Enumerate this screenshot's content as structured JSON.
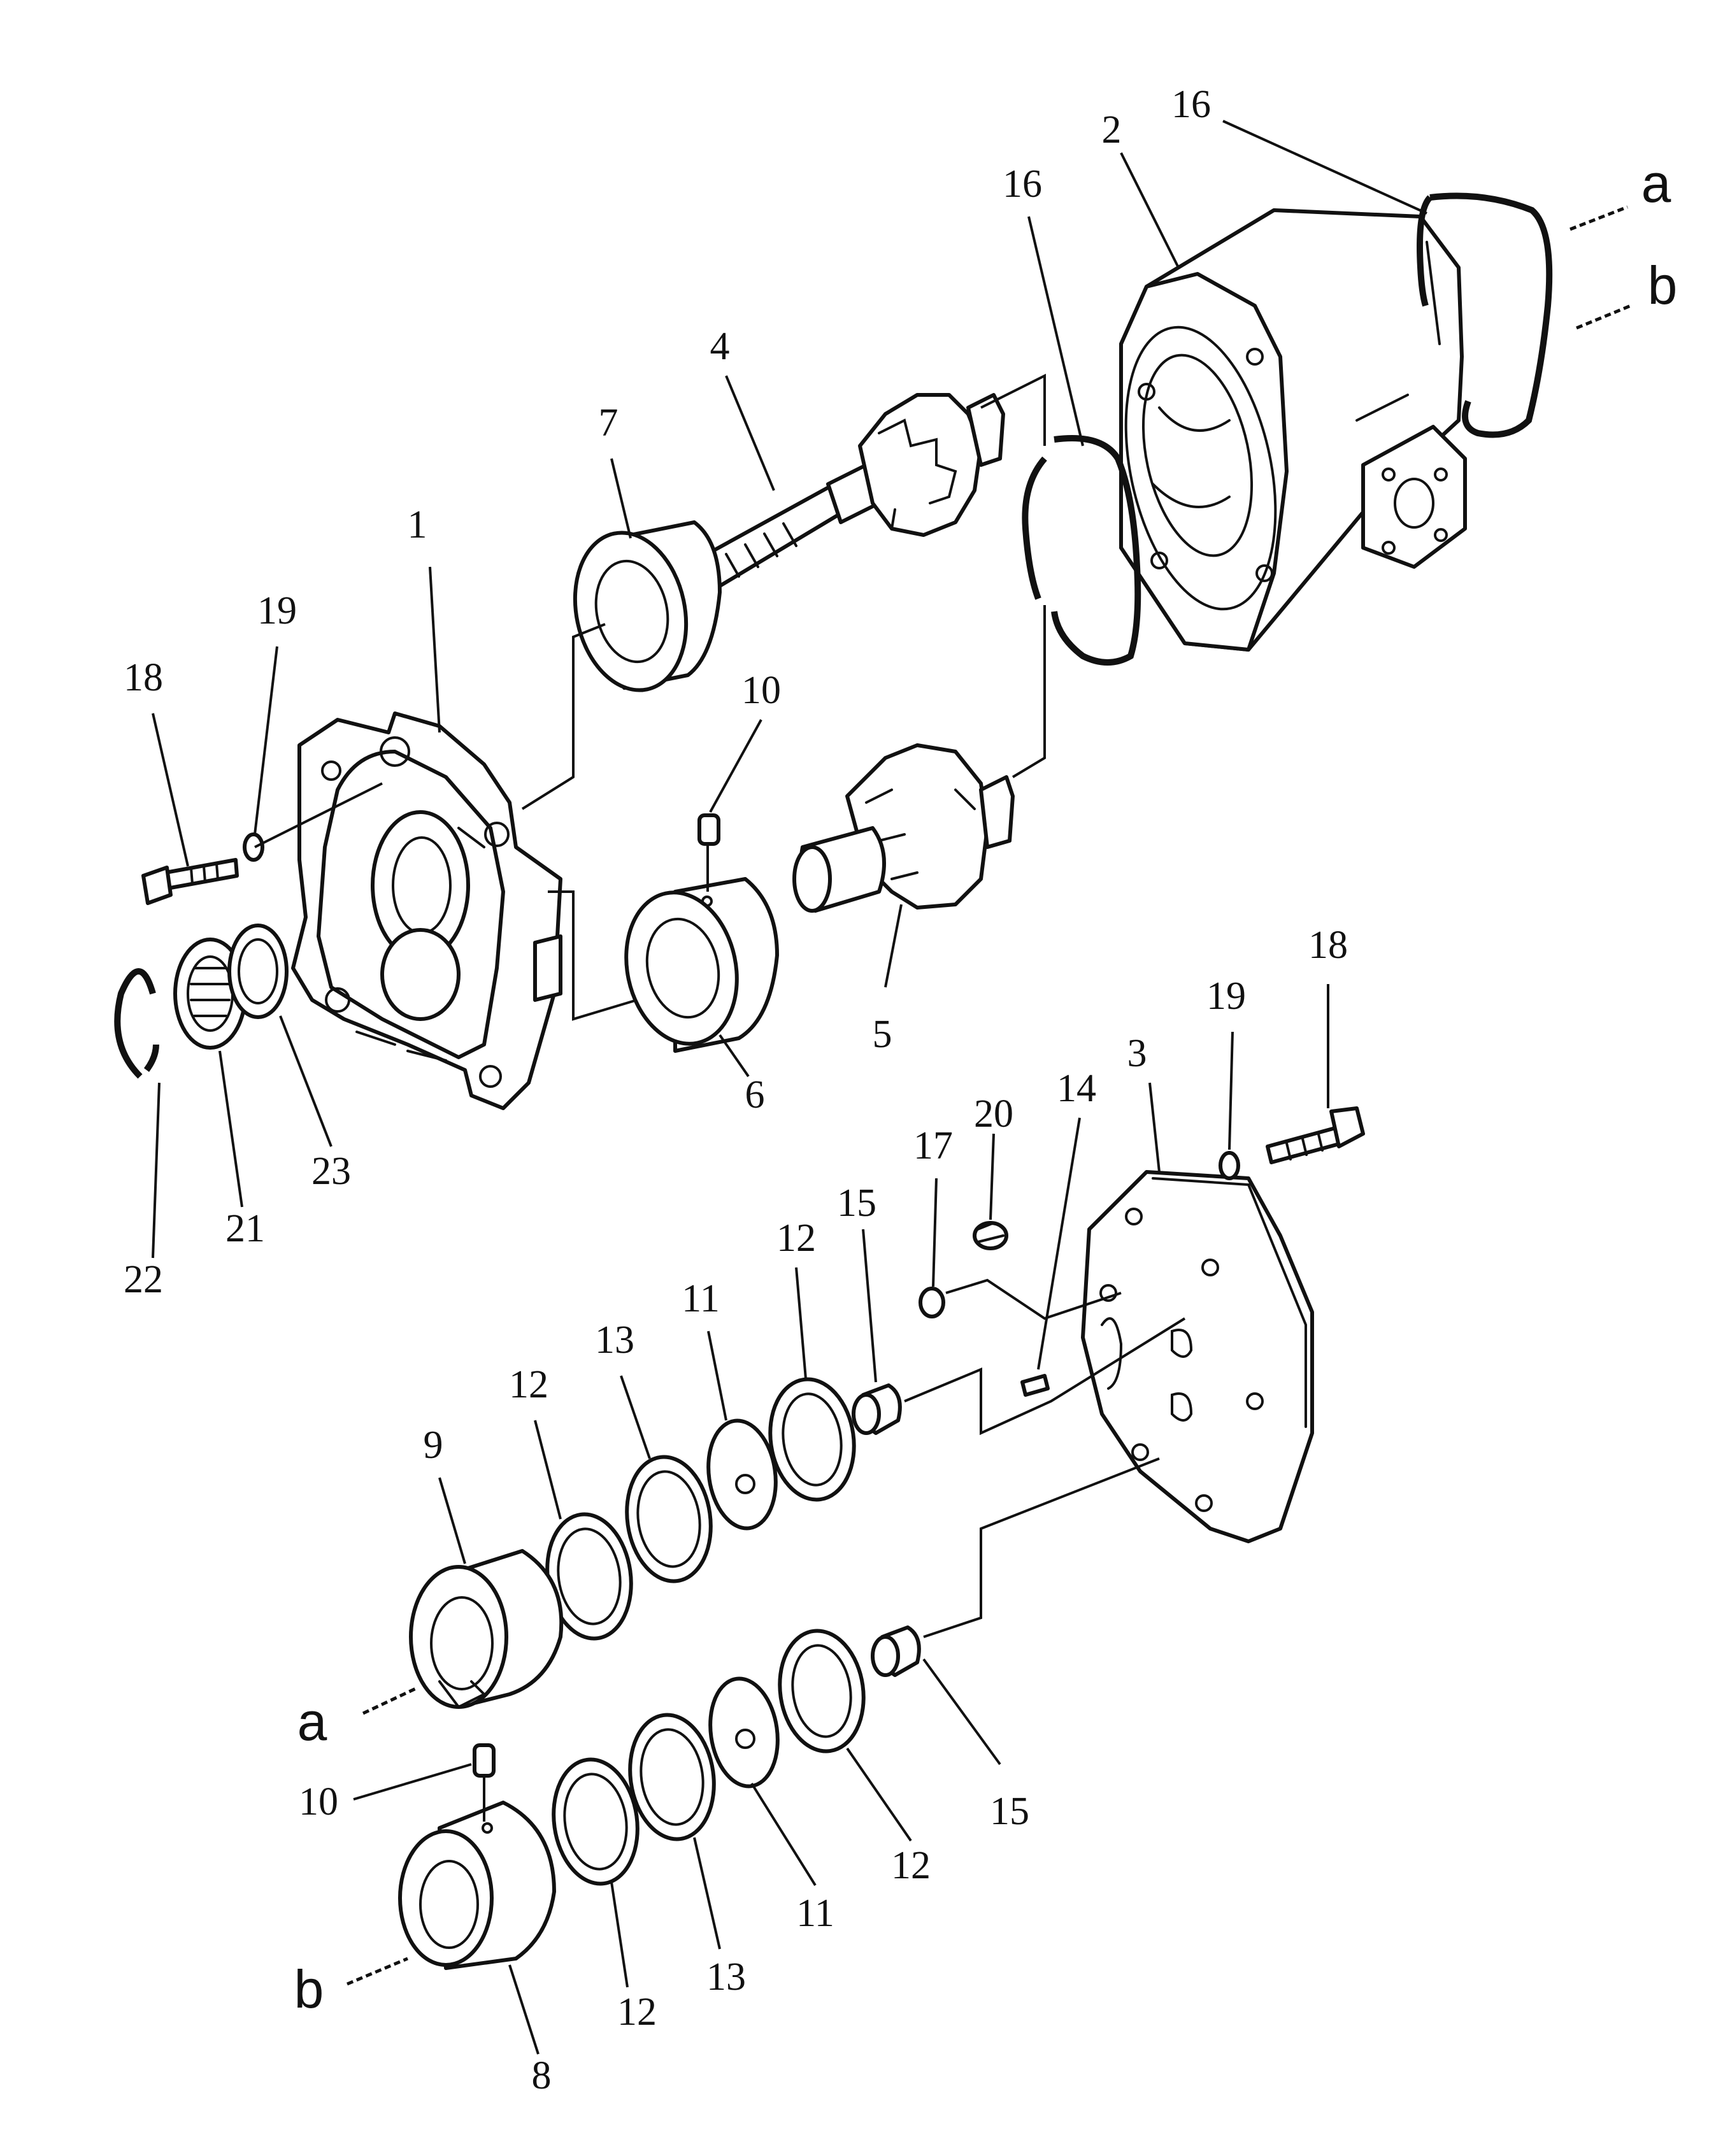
{
  "callouts": {
    "p1": "1",
    "p2": "2",
    "p3": "3",
    "p4": "4",
    "p5": "5",
    "p6": "6",
    "p7": "7",
    "p8": "8",
    "p9": "9",
    "p10a": "10",
    "p10b": "10",
    "p11a": "11",
    "p11b": "11",
    "p12a": "12",
    "p12b": "12",
    "p12c": "12",
    "p12d": "12",
    "p13a": "13",
    "p13b": "13",
    "p14": "14",
    "p15a": "15",
    "p15b": "15",
    "p16a": "16",
    "p16b": "16",
    "p17": "17",
    "p18a": "18",
    "p18b": "18",
    "p19a": "19",
    "p19b": "19",
    "p20": "20",
    "p21": "21",
    "p22": "22",
    "p23": "23"
  },
  "connectors": {
    "a_top": "a",
    "b_top": "b",
    "a_bottom": "a",
    "b_bottom": "b"
  }
}
